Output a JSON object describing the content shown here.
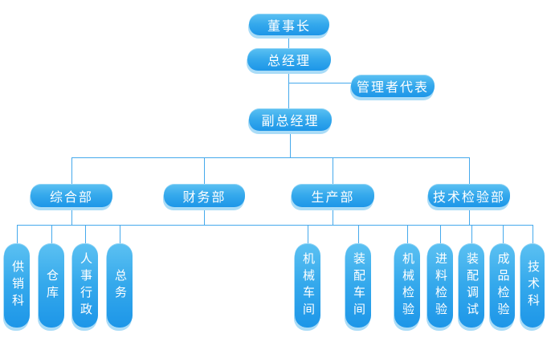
{
  "diagram": {
    "type": "org-chart",
    "nodes": {
      "chairman": "董事长",
      "general_manager": "总经理",
      "management_representative": "管理者代表",
      "deputy_general_manager": "副总经理"
    },
    "departments": [
      "综合部",
      "财务部",
      "生产部",
      "技术检验部"
    ],
    "units": [
      "供销科",
      "仓库",
      "人事行政",
      "总务",
      "机械车间",
      "装配车间",
      "机械检验",
      "进料检验",
      "装配调试",
      "成品检验",
      "技术科"
    ],
    "hierarchy": {
      "董事长": [
        "总经理"
      ],
      "总经理": [
        "管理者代表",
        "副总经理"
      ],
      "副总经理": [
        "综合部",
        "财务部",
        "生产部",
        "技术检验部"
      ],
      "综合部": [
        "供销科",
        "仓库",
        "人事行政",
        "总务"
      ],
      "财务部": [],
      "生产部": [
        "机械车间",
        "装配车间"
      ],
      "技术检验部": [
        "机械检验",
        "进料检验",
        "装配调试",
        "成品检验",
        "技术科"
      ]
    }
  },
  "palette": {
    "node_gradient_top": "#5cc1f2",
    "node_gradient_mid": "#35a9ec",
    "node_gradient_bottom": "#1d96e8",
    "node_shadow": "#aadcf7",
    "connector": "#45a9ec",
    "node_text": "#ffffff",
    "background": "#ffffff"
  }
}
